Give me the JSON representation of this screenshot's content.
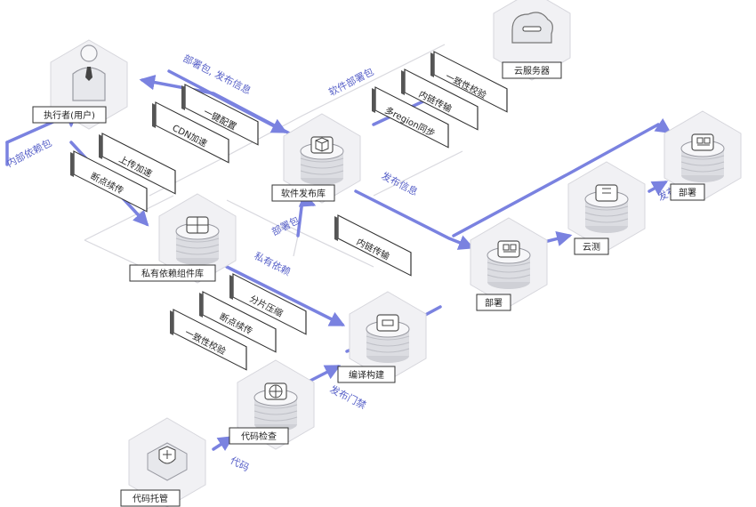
{
  "nodes": {
    "user": "执行者(用户)",
    "cloud_server": "云服务器",
    "release_repo": "软件发布库",
    "private_repo": "私有依赖组件库",
    "build": "编译构建",
    "code_check": "代码检查",
    "code_host": "代码托管",
    "deploy_main": "部署",
    "cloud_test": "云测",
    "deploy_top": "部署"
  },
  "flows": {
    "deploy_pkg_release_info": "部署包, 发布信息",
    "software_deploy_pkg": "软件部署包",
    "internal_dep_pkg": "内部依赖包",
    "release_info": "发布信息",
    "deploy_pkg": "部署包",
    "private_dep": "私有依赖",
    "release_gate_1": "发布门禁",
    "code": "代码",
    "release_gate_2": "发布门禁"
  },
  "cards": {
    "group_a": [
      "一键配置",
      "CDN加速"
    ],
    "group_b": [
      "上传加速",
      "断点续传"
    ],
    "group_c": [
      "一致性校验",
      "内链传输",
      "多region同步"
    ],
    "group_d": [
      "内链传输"
    ],
    "group_e": [
      "分片压缩",
      "断点续传",
      "一致性校验"
    ]
  },
  "colors": {
    "accent": "#7a82e0",
    "box_border": "#333333",
    "hex_fill": "#f1f1f4",
    "hex_stroke": "#d6d6dc"
  }
}
